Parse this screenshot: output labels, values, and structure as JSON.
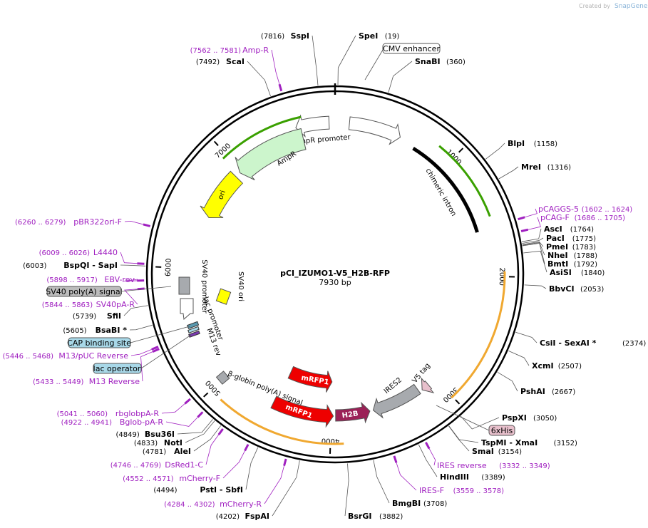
{
  "credit": {
    "prefix": "Created by",
    "brand": "SnapGene"
  },
  "plasmid": {
    "name": "pCI_IZUMO1-V5_H2B-RFP",
    "size": "7930 bp",
    "length": 7930
  },
  "ticks": [
    {
      "pos": 1000,
      "label": "1000"
    },
    {
      "pos": 2000,
      "label": "2000"
    },
    {
      "pos": 3000,
      "label": "3000"
    },
    {
      "pos": 4000,
      "label": "4000"
    },
    {
      "pos": 5000,
      "label": "5000"
    },
    {
      "pos": 6000,
      "label": "6000"
    },
    {
      "pos": 7000,
      "label": "7000"
    }
  ],
  "sites": [
    {
      "name": "SpeI",
      "pos": "(19)",
      "bp": 19
    },
    {
      "name": "SnaBI",
      "pos": "(360)",
      "bp": 360
    },
    {
      "name": "BlpI",
      "pos": "(1158)",
      "bp": 1158
    },
    {
      "name": "MreI",
      "pos": "(1316)",
      "bp": 1316
    },
    {
      "name": "AscI",
      "pos": "(1764)",
      "bp": 1764
    },
    {
      "name": "PacI",
      "pos": "(1775)",
      "bp": 1775
    },
    {
      "name": "PmeI",
      "pos": "(1783)",
      "bp": 1783
    },
    {
      "name": "NheI",
      "pos": "(1788)",
      "bp": 1788
    },
    {
      "name": "BmtI",
      "pos": "(1792)",
      "bp": 1792
    },
    {
      "name": "AsiSI",
      "pos": "(1840)",
      "bp": 1840
    },
    {
      "name": "BbvCI",
      "pos": "(2053)",
      "bp": 2053
    },
    {
      "name": "CsiI  - SexAI *",
      "pos": "(2374)",
      "bp": 2374
    },
    {
      "name": "XcmI",
      "pos": "(2507)",
      "bp": 2507
    },
    {
      "name": "PshAI",
      "pos": "(2667)",
      "bp": 2667
    },
    {
      "name": "PspXI",
      "pos": "(3050)",
      "bp": 3050
    },
    {
      "name": "TspMI  - XmaI",
      "pos": "(3152)",
      "bp": 3152
    },
    {
      "name": "SmaI",
      "pos": "(3154)",
      "bp": 3154
    },
    {
      "name": "HindIII",
      "pos": "(3389)",
      "bp": 3389
    },
    {
      "name": "BmgBI",
      "pos": "(3708)",
      "bp": 3708
    },
    {
      "name": "BsrGI",
      "pos": "(3882)",
      "bp": 3882
    },
    {
      "name": "FspAI",
      "pos": "(4202)",
      "bp": 4202
    },
    {
      "name": "PstI  - SbfI",
      "pos": "(4494)",
      "bp": 4494
    },
    {
      "name": "AleI",
      "pos": "(4781)",
      "bp": 4781
    },
    {
      "name": "NotI",
      "pos": "(4833)",
      "bp": 4833
    },
    {
      "name": "Bsu36I",
      "pos": "(4849)",
      "bp": 4849
    },
    {
      "name": "BsaBI *",
      "pos": "(5605)",
      "bp": 5605
    },
    {
      "name": "SfiI",
      "pos": "(5739)",
      "bp": 5739
    },
    {
      "name": "BspQI  - SapI",
      "pos": "(6003)",
      "bp": 6003
    },
    {
      "name": "ScaI",
      "pos": "(7492)",
      "bp": 7492
    },
    {
      "name": "SspI",
      "pos": "(7816)",
      "bp": 7816
    }
  ],
  "primers": [
    {
      "name": "Amp-R",
      "pos": "(7562 .. 7581)",
      "bp": 7571
    },
    {
      "name": "pCAGGS-5",
      "pos": "(1602 .. 1624)",
      "bp": 1613
    },
    {
      "name": "pCAG-F",
      "pos": "(1686 .. 1705)",
      "bp": 1695
    },
    {
      "name": "IRES reverse",
      "pos": "(3332 .. 3349)",
      "bp": 3340
    },
    {
      "name": "IRES-F",
      "pos": "(3559 .. 3578)",
      "bp": 3568
    },
    {
      "name": "mCherry-R",
      "pos": "(4284 .. 4302)",
      "bp": 4293
    },
    {
      "name": "mCherry-F",
      "pos": "(4552 .. 4571)",
      "bp": 4561
    },
    {
      "name": "DsRed1-C",
      "pos": "(4746 .. 4769)",
      "bp": 4757
    },
    {
      "name": "Bglob-pA-R",
      "pos": "(4922 .. 4941)",
      "bp": 4931
    },
    {
      "name": "rbglobpA-R",
      "pos": "(5041 .. 5060)",
      "bp": 5050
    },
    {
      "name": "M13 Reverse",
      "pos": "(5433 .. 5449)",
      "bp": 5441
    },
    {
      "name": "M13/pUC Reverse",
      "pos": "(5446 .. 5468)",
      "bp": 5457
    },
    {
      "name": "SV40pA-R",
      "pos": "(5844 .. 5863)",
      "bp": 5853
    },
    {
      "name": "EBV-rev",
      "pos": "(5898 .. 5917)",
      "bp": 5907
    },
    {
      "name": "L4440",
      "pos": "(6009 .. 6026)",
      "bp": 6017
    },
    {
      "name": "pBR322ori-F",
      "pos": "(6260 .. 6279)",
      "bp": 6269
    }
  ],
  "features": {
    "cmv_enhancer": "CMV enhancer",
    "ampr_promoter": "AmpR promoter",
    "ampr": "AmpR",
    "ori": "ori",
    "chimeric_intron": "chimeric intron",
    "sv40_promoter": "SV40 promoter",
    "sv40_ori": "SV40 ori",
    "lac_promoter": "lac promoter",
    "m13_rev": "M13 rev",
    "sv40_polya": "SV40 poly(A) signal",
    "cap_site": "CAP binding site",
    "lac_operator": "lac operator",
    "beta_globin_polya": "β-globin poly(A) signal",
    "mrfp1_a": "mRFP1",
    "mrfp1_b": "mRFP1",
    "h2b": "H2B",
    "ires2": "IRES2",
    "v5_tag": "V5 tag",
    "his6": "6xHis"
  },
  "colors": {
    "backbone": "#000000",
    "ampr_fill": "#ccf5cc",
    "ori_fill": "#ffff00",
    "mrfp1_fill": "#ee0000",
    "h2b_fill": "#9b2157",
    "ires_fill": "#a7aaae",
    "primer": "#a020c0",
    "orf_arc": "#f0a830"
  }
}
